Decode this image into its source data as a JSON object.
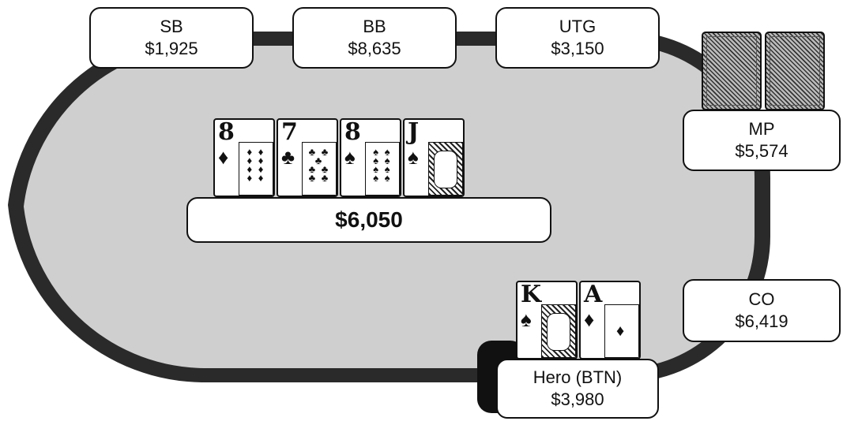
{
  "seats": {
    "sb": {
      "name": "SB",
      "stack": "$1,925"
    },
    "bb": {
      "name": "BB",
      "stack": "$8,635"
    },
    "utg": {
      "name": "UTG",
      "stack": "$3,150"
    },
    "mp": {
      "name": "MP",
      "stack": "$5,574"
    },
    "co": {
      "name": "CO",
      "stack": "$6,419"
    },
    "hero": {
      "name": "Hero (BTN)",
      "stack": "$3,980"
    }
  },
  "pot": "$6,050",
  "board": [
    {
      "rank": "8",
      "suit": "♦",
      "pips": "♦ ♦\n♦ ♦\n♦ ♦\n♦ ♦"
    },
    {
      "rank": "7",
      "suit": "♣",
      "pips": "♣ ♣\n ♣ \n♣ ♣\n♣ ♣"
    },
    {
      "rank": "8",
      "suit": "♠",
      "pips": "♠ ♠\n♠ ♠\n♠ ♠\n♠ ♠"
    },
    {
      "rank": "J",
      "suit": "♠"
    }
  ],
  "hero_cards": [
    {
      "rank": "K",
      "suit": "♠"
    },
    {
      "rank": "A",
      "suit": "♦"
    }
  ],
  "colors": {
    "felt": "#cfcfcf",
    "rail": "#2a2a2a",
    "card_border": "#111111"
  }
}
